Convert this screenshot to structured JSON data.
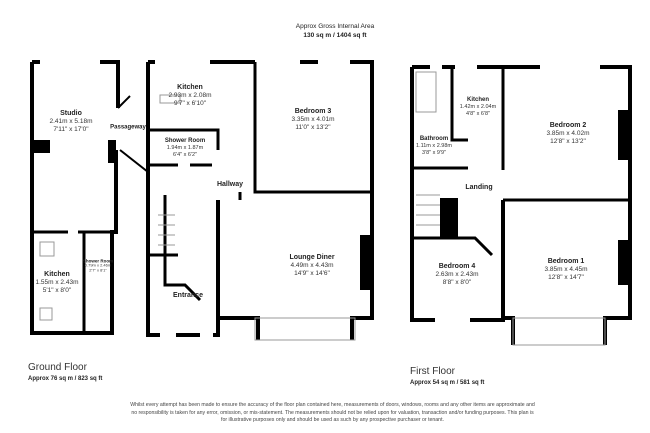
{
  "header": {
    "title": "Approx Gross Internal Area",
    "area": "130 sq m / 1404 sq ft"
  },
  "ground_floor": {
    "title": "Ground Floor",
    "area": "Approx 76 sq m / 823 sq ft",
    "rooms": [
      {
        "name": "Studio",
        "metric": "2.41m x 5.18m",
        "imperial": "7'11\" x 17'0\""
      },
      {
        "name": "Passageway"
      },
      {
        "name": "Kitchen",
        "metric": "2.93m x 2.08m",
        "imperial": "9'7\" x 6'10\""
      },
      {
        "name": "Shower Room",
        "metric": "1.94m x 1.87m",
        "imperial": "6'4\" x 6'2\""
      },
      {
        "name": "Bedroom 3",
        "metric": "3.35m x 4.01m",
        "imperial": "11'0\" x 13'2\""
      },
      {
        "name": "Hallway"
      },
      {
        "name": "Lounge Diner",
        "metric": "4.49m x 4.43m",
        "imperial": "14'9\" x 14'6\""
      },
      {
        "name": "Entrance"
      },
      {
        "name": "Kitchen",
        "metric": "1.55m x 2.43m",
        "imperial": "5'1\" x 8'0\""
      },
      {
        "name": "Shower Room",
        "metric": "0.79m x 2.46m",
        "imperial": "2'7\" x 8'1\""
      }
    ]
  },
  "first_floor": {
    "title": "First Floor",
    "area": "Approx 54 sq m / 581 sq ft",
    "rooms": [
      {
        "name": "Bathroom",
        "metric": "1.11m x 2.98m",
        "imperial": "3'8\" x 9'9\""
      },
      {
        "name": "Kitchen",
        "metric": "1.42m x 2.04m",
        "imperial": "4'8\" x 6'8\""
      },
      {
        "name": "Bedroom 2",
        "metric": "3.85m x 4.02m",
        "imperial": "12'8\" x 13'2\""
      },
      {
        "name": "Landing"
      },
      {
        "name": "Bedroom 4",
        "metric": "2.63m x 2.43m",
        "imperial": "8'8\" x 8'0\""
      },
      {
        "name": "Bedroom 1",
        "metric": "3.85m x 4.45m",
        "imperial": "12'8\" x 14'7\""
      }
    ]
  },
  "disclaimer": "Whilst every attempt has been made to ensure the accuracy of the floor plan contained here, measurements of doors, windows, rooms and any other items are approximate and no responsibility is taken for any error, omission, or mis-statement. The measurements should not be relied upon for valuation, transaction and/or funding purposes. This plan is for illustrative purposes only and should be used as such by any prospective purchaser or tenant.",
  "colors": {
    "wall": "#000000",
    "text": "#222222"
  }
}
